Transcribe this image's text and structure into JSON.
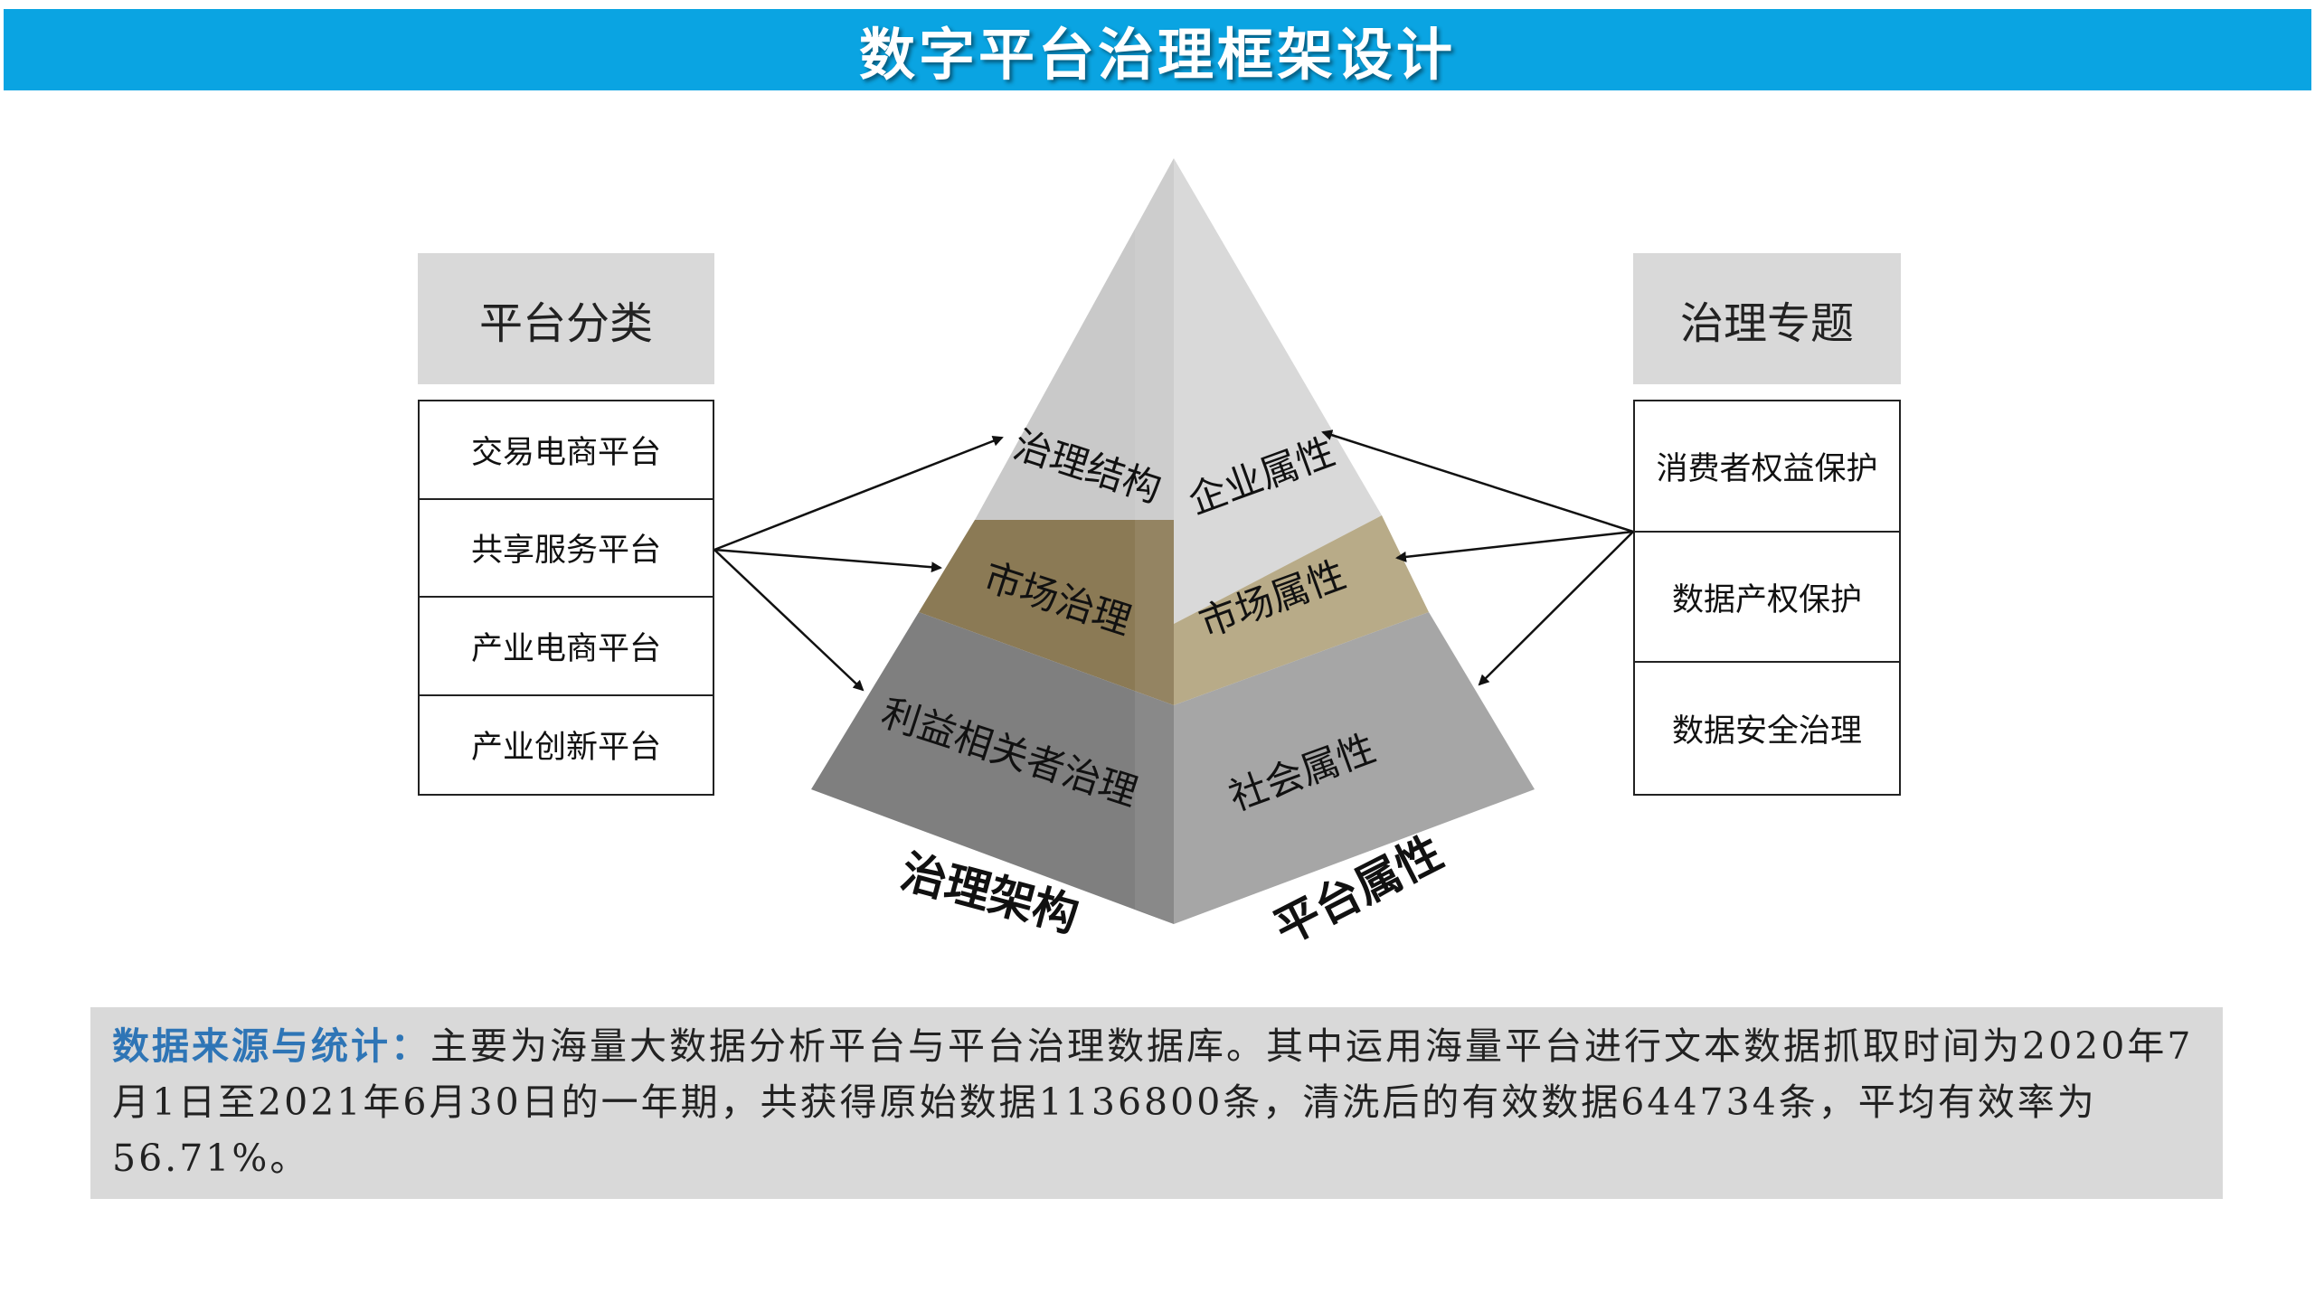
{
  "title": "数字平台治理框架设计",
  "left_panel": {
    "header": "平台分类",
    "items": [
      "交易电商平台",
      "共享服务平台",
      "产业电商平台",
      "产业创新平台"
    ]
  },
  "right_panel": {
    "header": "治理专题",
    "items": [
      "消费者权益保护",
      "数据产权保护",
      "数据安全治理"
    ]
  },
  "pyramid": {
    "left_face": [
      "治理结构",
      "市场治理",
      "利益相关者治理"
    ],
    "right_face": [
      "企业属性",
      "市场属性",
      "社会属性"
    ],
    "left_caption": "治理架构",
    "right_caption": "平台属性",
    "colors": {
      "left_top": "#c9c9c9",
      "right_top": "#d9d9d9",
      "left_mid": "#8b7a55",
      "right_mid": "#b8ab88",
      "left_bottom": "#7f7f7f",
      "right_bottom": "#a6a6a6"
    }
  },
  "source": {
    "label": "数据来源与统计：",
    "text": "主要为海量大数据分析平台与平台治理数据库。其中运用海量平台进行文本数据抓取时间为2020年7月1日至2021年6月30日的一年期，共获得原始数据1136800条，清洗后的有效数据644734条，平均有效率为56.71%。"
  }
}
